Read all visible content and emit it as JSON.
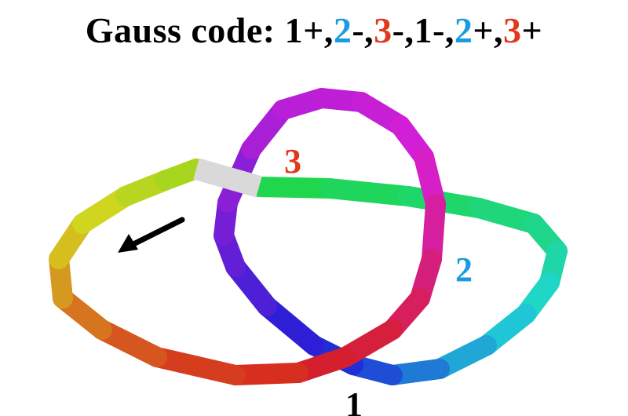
{
  "title": {
    "prefix": "Gauss code: ",
    "sequence": [
      {
        "num": "1",
        "sign": "+",
        "sep": ","
      },
      {
        "num": "2",
        "sign": "-",
        "sep": ","
      },
      {
        "num": "3",
        "sign": "-",
        "sep": ","
      },
      {
        "num": "1",
        "sign": "-",
        "sep": ","
      },
      {
        "num": "2",
        "sign": "+",
        "sep": ","
      },
      {
        "num": "3",
        "sign": "+",
        "sep": ""
      }
    ]
  },
  "crossings": [
    {
      "label": "1",
      "color": "#000000"
    },
    {
      "label": "2",
      "color": "#1a9be0"
    },
    {
      "label": "3",
      "color": "#e03a1e"
    }
  ],
  "colors": {
    "crossing_1": "#000000",
    "crossing_2": "#1a9be0",
    "crossing_3": "#e03a1e",
    "start_marker": "#d9d9d9",
    "arrow": "#000000"
  },
  "direction_arrow_icon": "arrow-down-left-icon"
}
